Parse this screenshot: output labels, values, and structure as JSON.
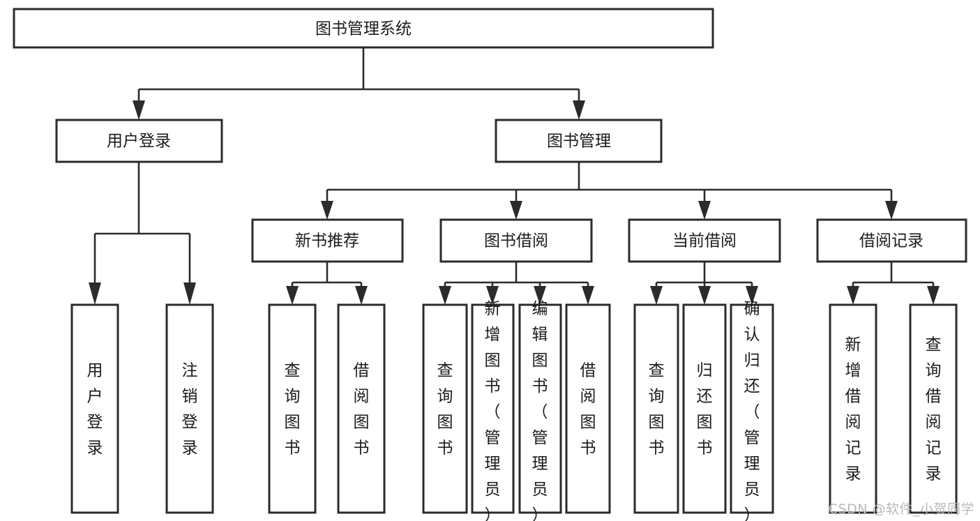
{
  "diagram": {
    "type": "tree",
    "orientation": "top-down",
    "title": "图书管理系统",
    "colors": {
      "box_stroke": "#2b2b2b",
      "box_fill": "#ffffff",
      "connector": "#2b2b2b",
      "text": "#1b1b1b",
      "background": "#ffffff",
      "watermark": "#b8b8b8"
    },
    "root": {
      "label": "图书管理系统"
    },
    "level2": [
      {
        "label": "用户登录"
      },
      {
        "label": "图书管理"
      }
    ],
    "level3": [
      {
        "label": "新书推荐"
      },
      {
        "label": "图书借阅"
      },
      {
        "label": "当前借阅"
      },
      {
        "label": "借阅记录"
      }
    ],
    "leaves": {
      "user_login": [
        {
          "label": "用户登录"
        },
        {
          "label": "注销登录"
        }
      ],
      "new_book_recommend": [
        {
          "label": "查询图书"
        },
        {
          "label": "借阅图书"
        }
      ],
      "book_borrow": [
        {
          "label": "查询图书"
        },
        {
          "label": "新增图书（管理员）"
        },
        {
          "label": "编辑图书（管理员）"
        },
        {
          "label": "借阅图书"
        }
      ],
      "current_borrow": [
        {
          "label": "查询图书"
        },
        {
          "label": "归还图书"
        },
        {
          "label": "确认归还（管理员）"
        }
      ],
      "borrow_record": [
        {
          "label": "新增借阅记录"
        },
        {
          "label": "查询借阅记录"
        }
      ]
    }
  },
  "watermark": {
    "text": "CSDN @软件_小贺同学"
  }
}
